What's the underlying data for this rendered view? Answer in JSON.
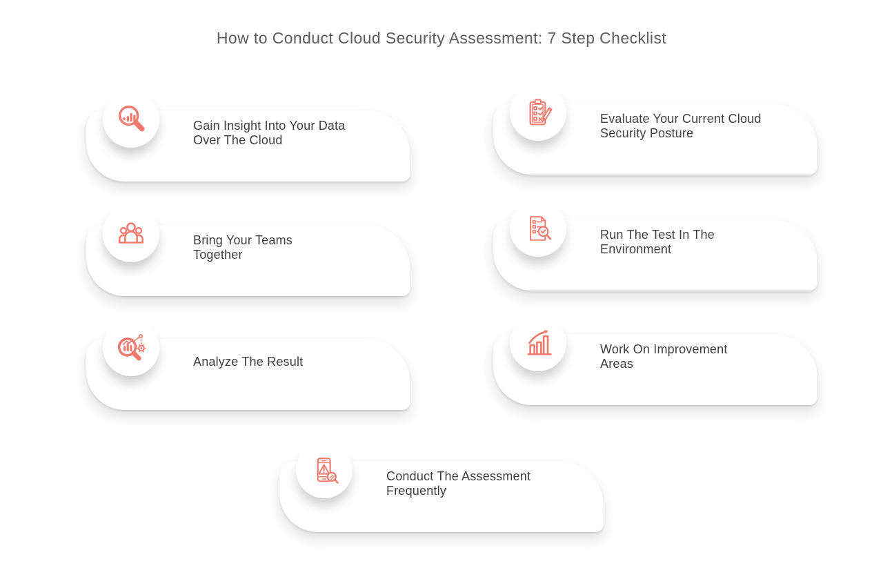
{
  "title": "How to Conduct Cloud Security Assessment: 7 Step Checklist",
  "colors": {
    "accent": "#f2786c",
    "title_text": "#5b5c5f",
    "step_text": "#3d3f41",
    "card_bg": "#ffffff",
    "page_bg": "#ffffff"
  },
  "steps": [
    {
      "icon": "magnifier-bar-chart-icon",
      "lines": [
        "Gain Insight Into Your Data",
        "Over The Cloud"
      ]
    },
    {
      "icon": "clipboard-checklist-pencil-icon",
      "lines": [
        "Evaluate Your Current Cloud",
        "Security Posture"
      ]
    },
    {
      "icon": "team-icon",
      "lines": [
        "Bring Your Teams",
        "Together"
      ]
    },
    {
      "icon": "document-check-magnifier-icon",
      "lines": [
        "Run The Test In The",
        "Environment"
      ]
    },
    {
      "icon": "magnifier-chart-gear-icon",
      "lines": [
        "Analyze The Result"
      ]
    },
    {
      "icon": "bar-chart-growth-arrow-icon",
      "lines": [
        "Work On Improvement",
        "Areas"
      ]
    },
    {
      "icon": "phone-warning-magnifier-icon",
      "lines": [
        "Conduct The Assessment",
        "Frequently"
      ]
    }
  ]
}
